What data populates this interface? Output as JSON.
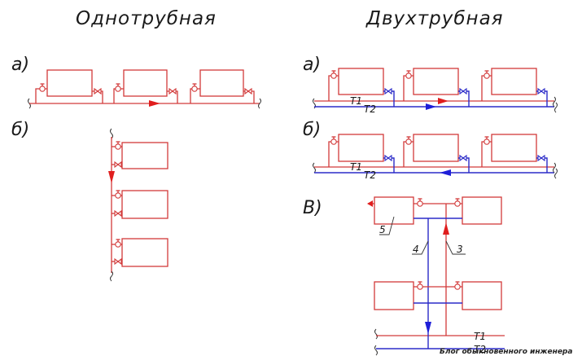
{
  "titles": {
    "single_pipe": "Однотрубная",
    "two_pipe": "Двухтрубная"
  },
  "single_pipe": {
    "variant_a_label": "а)",
    "variant_b_label": "б)"
  },
  "two_pipe": {
    "variant_a_label": "а)",
    "variant_b_label": "б)",
    "variant_v_label": "В)",
    "t1": "Т1",
    "t2": "Т2",
    "callout_3": "3",
    "callout_4": "4",
    "callout_5": "5"
  },
  "watermark": "Блог обыкновенного инженера",
  "colors": {
    "supply_red": "#d23a3a",
    "return_blue": "#2b2bc8",
    "flow_arrow_red": "#e01e1e",
    "flow_arrow_blue": "#1e1ed8"
  }
}
